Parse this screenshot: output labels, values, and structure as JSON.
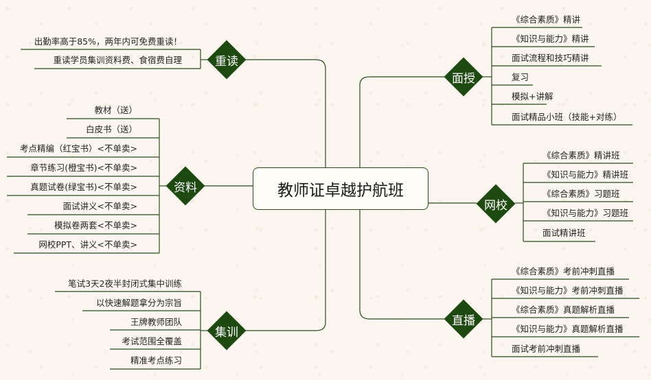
{
  "center": {
    "label": "教师证卓越护航班"
  },
  "branches": {
    "chongdu": {
      "label": "重读",
      "items": [
        "出勤率高于85%，两年内可免费重读！",
        "重读学员集训资料费、食宿费自理"
      ]
    },
    "ziliao": {
      "label": "资料",
      "items": [
        "教材（送）",
        "白皮书（送）",
        "考点精编（红宝书）<不单卖>",
        "章节练习(橙宝书)<不单卖>",
        "真题试卷(绿宝书)<不单卖>",
        "面试讲义<不单卖>",
        "模拟卷两套<不单卖>",
        "网校PPT、讲义<不单卖>"
      ]
    },
    "jixun": {
      "label": "集训",
      "items": [
        "笔试3天2夜半封闭式集中训练",
        "以快速解题拿分为宗旨",
        "王牌教师团队",
        "考试范围全覆盖",
        "精准考点练习"
      ]
    },
    "mianshou": {
      "label": "面授",
      "items": [
        "《综合素质》精讲",
        "《知识与能力》精讲",
        "面试流程和技巧精讲",
        "复习",
        "模拟+讲解",
        "面试精品小班（技能+对练）"
      ]
    },
    "wangxiao": {
      "label": "网校",
      "items": [
        "《综合素质》精讲班",
        "《知识与能力》精讲班",
        "《综合素质》习题班",
        "《知识与能力》习题班",
        "面试精讲班"
      ]
    },
    "zhibo": {
      "label": "直播",
      "items": [
        "《综合素质》考前冲刺直播",
        "《知识与能力》考前冲刺直播",
        "《综合素质》真题解析直播",
        "《知识与能力》真题解析直播",
        "面试考前冲刺直播"
      ]
    }
  },
  "colors": {
    "node_fill": "#1e4a12",
    "line": "#2e4a1e",
    "center_border": "#2e4a1e"
  }
}
